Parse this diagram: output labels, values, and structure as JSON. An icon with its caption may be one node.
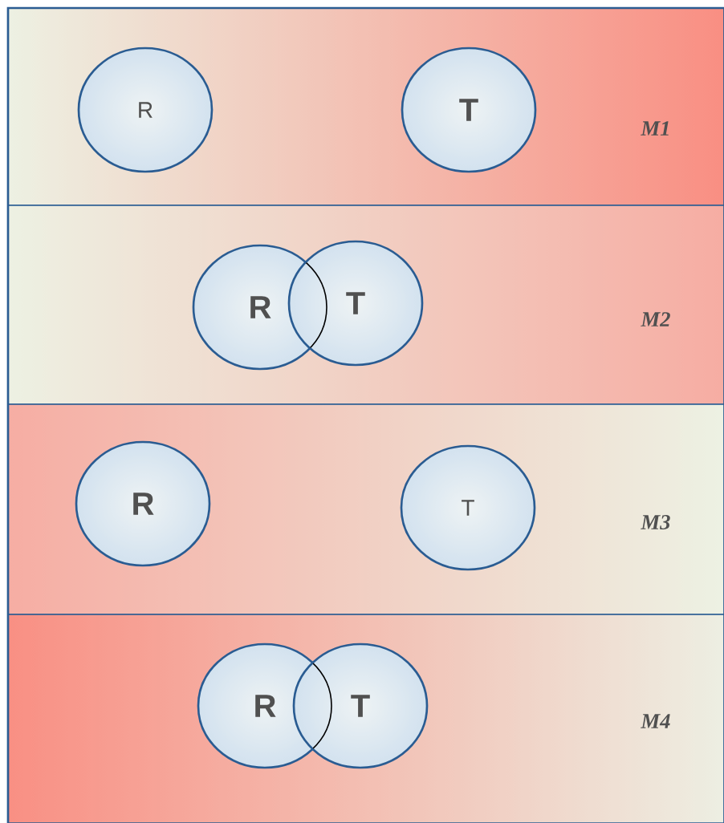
{
  "diagram": {
    "nodes": [
      {
        "text": [
          "M1"
        ]
      },
      {
        "text": [
          "R"
        ],
        "in": 0
      },
      {
        "text": [
          "T"
        ],
        "in": 0
      },
      {
        "text": [
          "M2"
        ]
      },
      {
        "text": [
          "R"
        ],
        "in": 3
      },
      {
        "text": [
          "T"
        ],
        "in": 3
      },
      {
        "text": [
          "M3"
        ]
      },
      {
        "text": [
          "R"
        ],
        "in": 6
      },
      {
        "text": [
          "T"
        ],
        "in": 6
      },
      {
        "text": [
          "M4"
        ]
      },
      {
        "text": [
          "R"
        ],
        "in": 9
      },
      {
        "text": [
          "T"
        ],
        "in": 9
      }
    ]
  }
}
